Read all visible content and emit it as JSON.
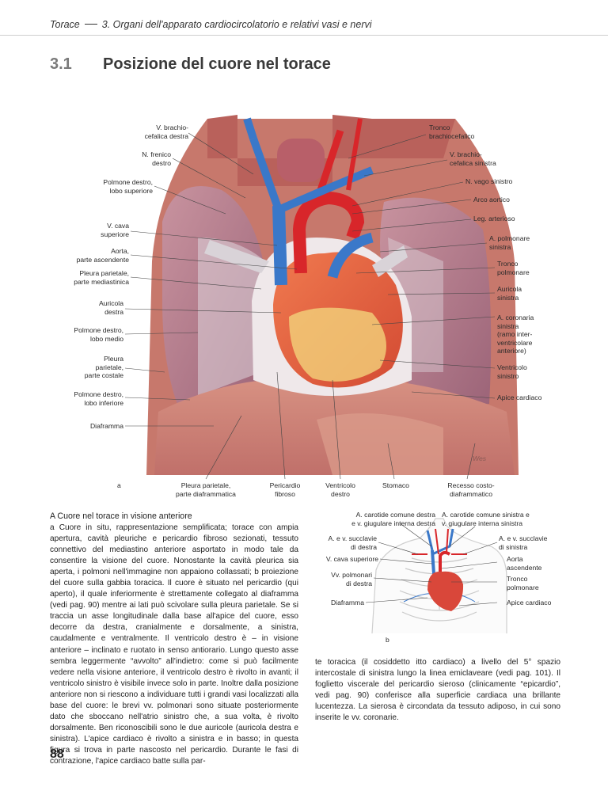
{
  "running_head": {
    "chapter": "Torace",
    "section": "3. Organi dell'apparato cardiocircolatorio e relativi vasi e nervi"
  },
  "section": {
    "number": "3.1",
    "title": "Posizione del cuore nel torace"
  },
  "figure_a": {
    "marker": "a",
    "labels_left": {
      "v_brachiocefalica_destra": "V. brachio-\ncefalica destra",
      "n_frenico_destro": "N. frenico\ndestro",
      "polmone_destro_sup": "Polmone destro,\nlobo superiore",
      "v_cava_superiore": "V. cava\nsuperiore",
      "aorta_ascendente": "Aorta,\nparte ascendente",
      "pleura_mediastinica": "Pleura parietale,\nparte mediastinica",
      "auricola_destra": "Auricola\ndestra",
      "polmone_destro_medio": "Polmone destro,\nlobo medio",
      "pleura_costale": "Pleura\nparietale,\nparte costale",
      "polmone_destro_inf": "Polmone destro,\nlobo inferiore",
      "diaframma": "Diaframma"
    },
    "labels_right": {
      "tronco_brachiocefalico": "Tronco\nbrachiocefalico",
      "v_brachiocefalica_sinistra": "V. brachio-\ncefalica sinistra",
      "n_vago_sinistro": "N. vago sinistro",
      "arco_aortico": "Arco aortico",
      "leg_arterioso": "Leg. arterioso",
      "a_polmonare_sinistra": "A. polmonare\nsinistra",
      "tronco_polmonare": "Tronco\npolmonare",
      "auricola_sinistra": "Auricola\nsinistra",
      "a_coronaria_sinistra": "A. coronaria\nsinistra\n(ramo inter-\nventricolare\nanteriore)",
      "ventricolo_sinistro": "Ventricolo\nsinistro",
      "apice_cardiaco": "Apice cardiaco"
    },
    "labels_bottom": {
      "pleura_diaframmatica": "Pleura parietale,\nparte diaframmatica",
      "pericardio_fibroso": "Pericardio\nfibroso",
      "ventricolo_destro": "Ventricolo\ndestro",
      "stomaco": "Stomaco",
      "recesso": "Recesso costo-\ndiaframmatico"
    },
    "signature": "Wes"
  },
  "figure_b": {
    "marker": "b",
    "labels": {
      "carotide_destra": "A. carotide comune destra\ne v. giugulare interna destra",
      "carotide_sinistra": "A. carotide comune sinistra e\nv. giugulare interna sinistra",
      "succlavie_destra": "A. e v. succlavie\ndi destra",
      "succlavie_sinistra": "A. e v. succlavie\ndi sinistra",
      "v_cava_superiore": "V. cava superiore",
      "aorta_ascendente": "Aorta\nascendente",
      "vv_polmonari": "Vv. polmonari\ndi destra",
      "tronco_polmonare": "Tronco\npolmonare",
      "diaframma": "Diaframma",
      "apice_cardiaco": "Apice cardiaco"
    }
  },
  "caption": {
    "title": "A   Cuore nel torace in visione anteriore",
    "col1": "a Cuore in situ, rappresentazione semplificata; torace con ampia apertura, cavità pleuriche e pericardio fibroso sezionati, tessuto connettivo del mediastino anteriore asportato in modo tale da consentire la visione del cuore. Nonostante la cavità pleurica sia aperta, i polmoni nell'immagine non appaiono collassati; b proiezione del cuore sulla gabbia toracica. Il cuore è situato nel pericardio (qui aperto), il quale inferiormente è strettamente collegato al diaframma (vedi pag. 90) mentre ai lati può scivolare sulla pleura parietale. Se si traccia un asse longitudinale dalla base all'apice del cuore, esso decorre da destra, cranialmente e dorsalmente, a sinistra, caudalmente e ventralmente. Il ventricolo destro è – in visione anteriore – inclinato e ruotato in senso antiorario. Lungo questo asse sembra leggermente “avvolto” all'indietro: come si può facilmente vedere nella visione anteriore, il ventricolo destro è rivolto in avanti; il ventricolo sinistro è visibile invece solo in parte. Inoltre dalla posizione anteriore non si riescono a individuare tutti i grandi vasi localizzati alla base del cuore: le brevi vv. polmonari sono situate posteriormente dato che sboccano nell'atrio sinistro che, a sua volta, è rivolto dorsalmente. Ben riconoscibili sono le due auricole (auricola destra e sinistra). L'apice cardiaco è rivolto a sinistra e in basso; in questa figura si trova in parte nascosto nel pericardio. Durante le fasi di contrazione, l'apice cardiaco batte sulla par-",
    "col2": "te toracica (il cosiddetto itto cardiaco) a livello del 5° spazio intercostale di sinistra lungo la linea emiclaveare (vedi pag. 101). Il foglietto viscerale del pericardio sieroso (clinicamente “epicardio”, vedi pag. 90) conferisce alla superficie cardiaca una brillante lucentezza. La sierosa è circondata da tessuto adiposo, in cui sono inserite le vv. coronarie."
  },
  "page_number": "88",
  "colors": {
    "heart": "#e05a3a",
    "artery": "#d8262a",
    "vein": "#3a78c9",
    "lung": "#b98193",
    "muscle": "#cf8375",
    "pleura": "#e8e2ea"
  }
}
